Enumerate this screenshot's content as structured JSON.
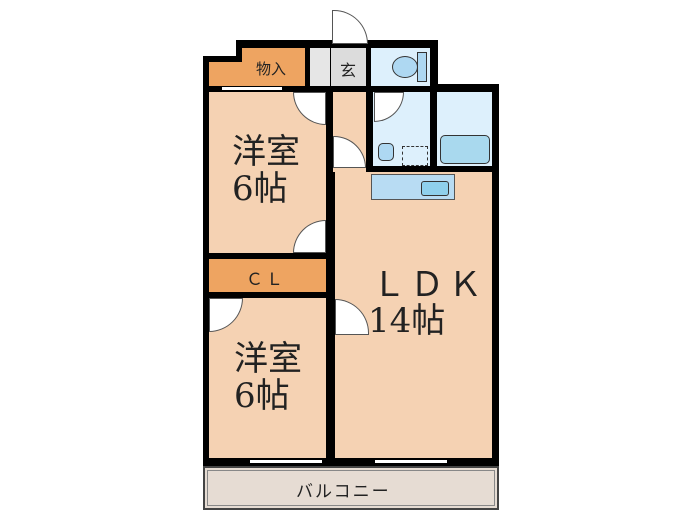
{
  "floorplan": {
    "rooms": {
      "storage": "物入",
      "entrance": "玄",
      "western_room_1": {
        "name": "洋室",
        "size": "6帖"
      },
      "closet": "ＣＬ",
      "western_room_2": {
        "name": "洋室",
        "size": "6帖"
      },
      "ldk": {
        "name": "ＬＤＫ",
        "size": "14帖"
      },
      "balcony": "バルコニー"
    },
    "colors": {
      "room": "#f5d2b3",
      "storage": "#eea461",
      "wet_area": "#ddf0fc",
      "entrance": "#dcdcdc",
      "balcony": "#e6dcd3"
    }
  }
}
